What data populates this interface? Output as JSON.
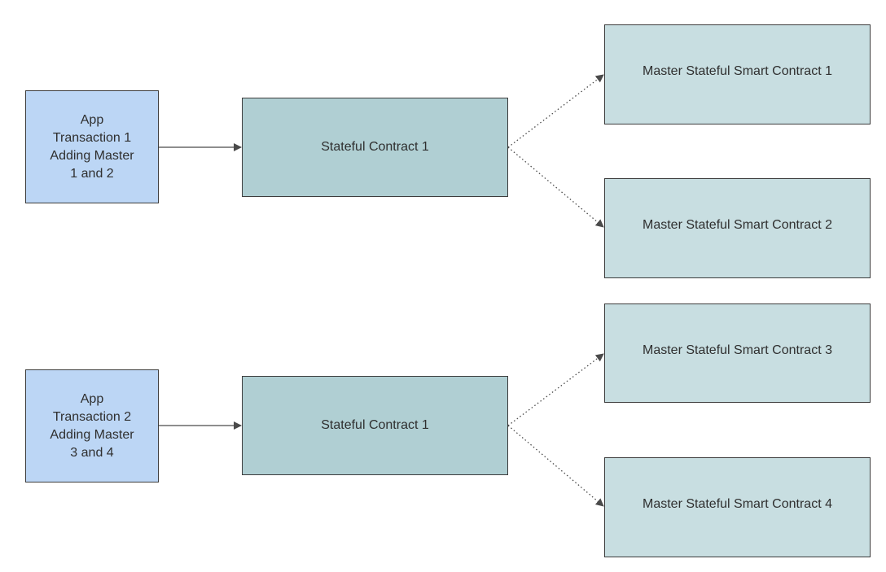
{
  "diagram": {
    "groups": [
      {
        "app": {
          "lines": [
            "App",
            "Transaction 1",
            "Adding Master",
            "1 and 2"
          ]
        },
        "contract": {
          "label": "Stateful Contract 1"
        },
        "masters": [
          {
            "label": "Master Stateful Smart Contract 1"
          },
          {
            "label": "Master Stateful Smart Contract 2"
          }
        ]
      },
      {
        "app": {
          "lines": [
            "App",
            "Transaction 2",
            "Adding Master",
            "3 and 4"
          ]
        },
        "contract": {
          "label": "Stateful Contract 1"
        },
        "masters": [
          {
            "label": "Master Stateful Smart Contract 3"
          },
          {
            "label": "Master Stateful Smart Contract 4"
          }
        ]
      }
    ],
    "colors": {
      "app_fill": "#bcd6f5",
      "contract_fill": "#b0cfd3",
      "master_fill": "#c8dee1",
      "stroke": "#3c3c3c",
      "arrow": "#4a4a4a"
    }
  }
}
